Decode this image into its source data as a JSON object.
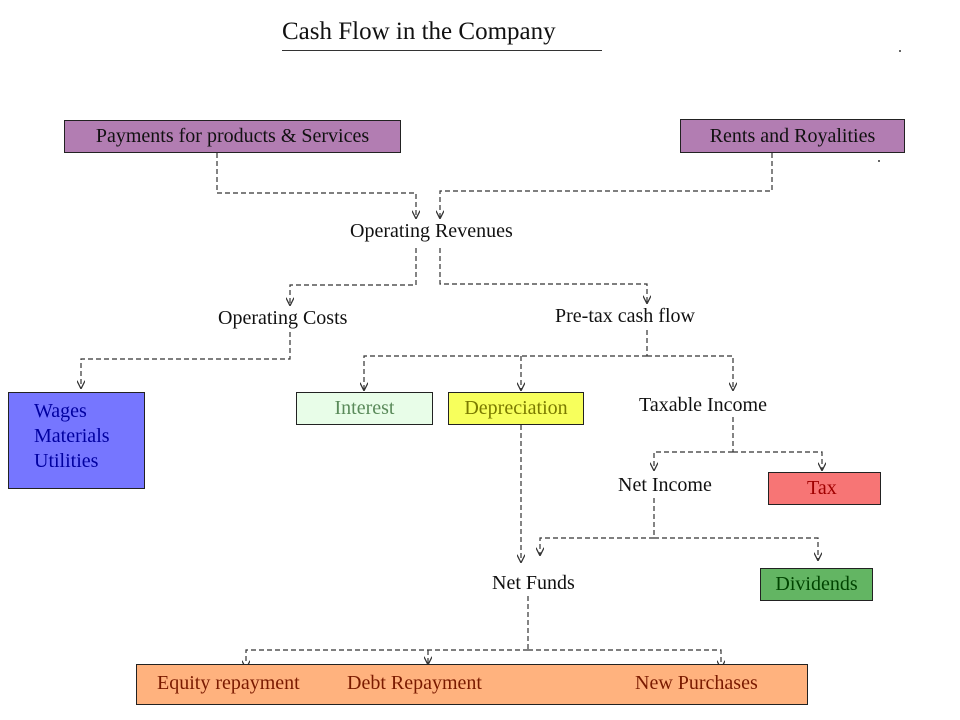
{
  "title": "Cash Flow in the Company",
  "colors": {
    "purple_box": "#b27db2",
    "blue_box": "#7676ff",
    "interest_box": "#e8fde8",
    "depreciation_box": "#f7ff5c",
    "tax_box": "#f77575",
    "dividends_box": "#63b563",
    "uses_box": "#ffb27e"
  },
  "sources": {
    "payments": "Payments for products & Services",
    "rents": "Rents and Royalities"
  },
  "nodes": {
    "operating_revenues": "Operating Revenues",
    "operating_costs": "Operating Costs",
    "pretax_cash_flow": "Pre-tax cash flow",
    "taxable_income": "Taxable Income",
    "net_income": "Net Income",
    "net_funds": "Net Funds"
  },
  "costs": [
    "Wages",
    "Materials",
    "Utilities"
  ],
  "outflows": {
    "interest": "Interest",
    "depreciation": "Depreciation",
    "tax": "Tax",
    "dividends": "Dividends"
  },
  "uses": {
    "equity": "Equity repayment",
    "debt": "Debt Repayment",
    "purchases": "New Purchases"
  }
}
